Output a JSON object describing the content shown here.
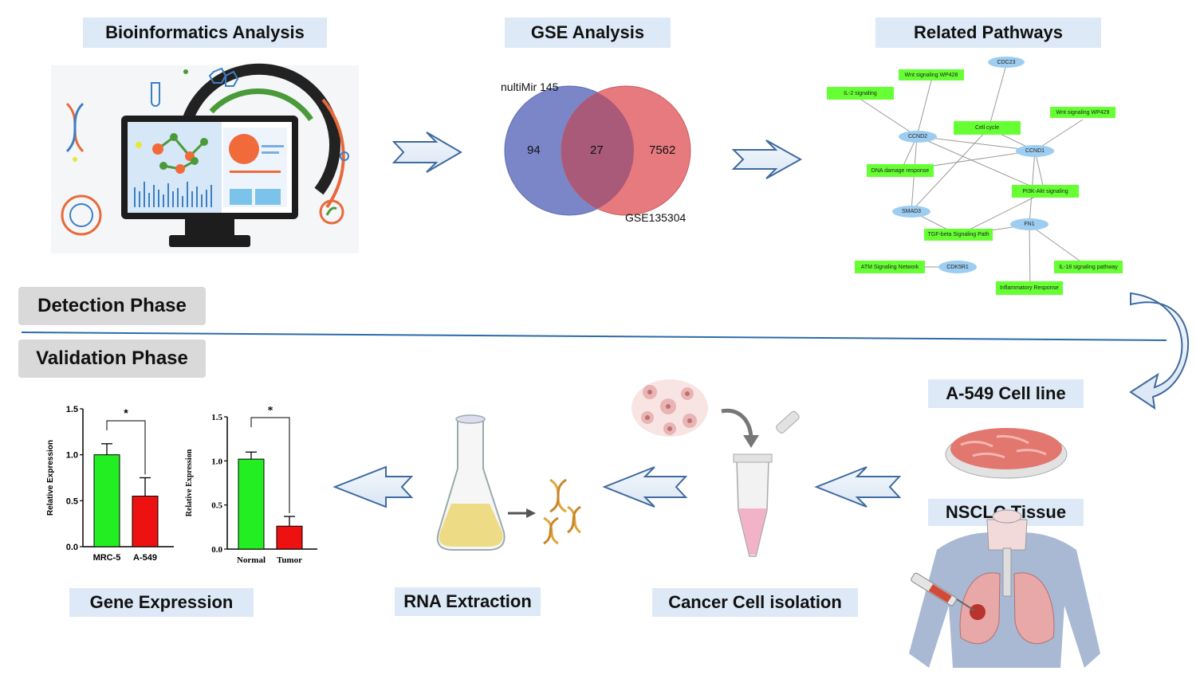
{
  "labels": {
    "bioinformatics": "Bioinformatics Analysis",
    "gse": "GSE Analysis",
    "pathways": "Related Pathways",
    "detection": "Detection Phase",
    "validation": "Validation Phase",
    "cell_line": "A-549 Cell line",
    "nsclc": "NSCLC Tissue",
    "cancer_isolation": "Cancer Cell isolation",
    "rna": "RNA Extraction",
    "gene_expr": "Gene Expression"
  },
  "venn": {
    "left_label": "nultiMir 145",
    "right_label": "GSE135304",
    "left_only": "94",
    "overlap": "27",
    "right_only": "7562",
    "colors": {
      "left": "#7b86c9",
      "right": "#e77a7e",
      "overlap": "#a85a78"
    }
  },
  "network": {
    "pathways": [
      "Wnt signaling WP428",
      "IL-2 signaling",
      "Wnt signaling WP429",
      "Cell cycle",
      "DNA damage response",
      "PI3K-Akt signaling",
      "TGF-beta Signaling Path",
      "ATM Signaling Network",
      "IL-18 signaling pathway",
      "Inflammatory Response"
    ],
    "genes": [
      "CDC23",
      "CCND2",
      "CCND1",
      "SMAD3",
      "FN1",
      "CDK5R1"
    ],
    "colors": {
      "pathway": "#66ff33",
      "gene": "#9dcdf0"
    }
  },
  "chart_data": [
    {
      "type": "bar",
      "categories": [
        "MRC-5",
        "A-549"
      ],
      "values": [
        1.0,
        0.55
      ],
      "errors": [
        0.12,
        0.2
      ],
      "ylabel": "Relative Expression",
      "ylim": [
        0,
        1.5
      ],
      "yticks": [
        "0.0",
        "0.5",
        "1.0",
        "1.5"
      ],
      "significance": "*",
      "colors": [
        "#22ee22",
        "#ee1111"
      ]
    },
    {
      "type": "bar",
      "categories": [
        "Normal",
        "Tumor"
      ],
      "values": [
        1.02,
        0.26
      ],
      "errors": [
        0.08,
        0.11
      ],
      "ylabel": "Relative Expression",
      "ylim": [
        0,
        1.5
      ],
      "yticks": [
        "0.0",
        "0.5",
        "1.0",
        "1.5"
      ],
      "significance": "*",
      "colors": [
        "#22ee22",
        "#ee1111"
      ]
    }
  ]
}
